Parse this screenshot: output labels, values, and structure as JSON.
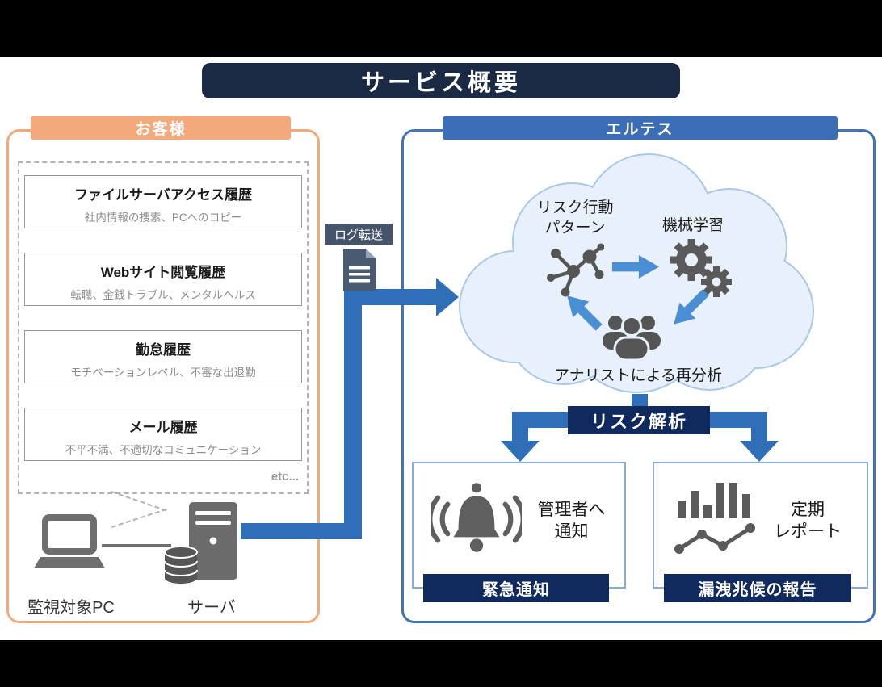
{
  "page": {
    "title": "サービス概要"
  },
  "customer": {
    "header": "お客様",
    "histories": [
      {
        "title": "ファイルサーバアクセス履歴",
        "subtitle": "社内情報の捜索、PCへのコピー"
      },
      {
        "title": "Webサイト閲覧履歴",
        "subtitle": "転職、金銭トラブル、メンタルヘルス"
      },
      {
        "title": "勤怠履歴",
        "subtitle": "モチベーションレベル、不審な出退勤"
      },
      {
        "title": "メール履歴",
        "subtitle": "不平不満、不適切なコミュニケーション"
      }
    ],
    "etc": "etc...",
    "pc_label": "監視対象PC",
    "server_label": "サーバ"
  },
  "transfer": {
    "label": "ログ転送"
  },
  "eltes": {
    "header": "エルテス",
    "cloud": {
      "risk_pattern": "リスク行動\nパターン",
      "machine_learning": "機械学習",
      "analyst": "アナリストによる再分析"
    },
    "risk_analysis": "リスク解析",
    "notify": {
      "text": "管理者へ\n通知",
      "label": "緊急通知"
    },
    "report": {
      "text": "定期\nレポート",
      "label": "漏洩兆候の報告"
    }
  },
  "colors": {
    "title_navy": "#1b2a44",
    "label_navy": "#102a5e",
    "customer_orange": "#f4a97c",
    "eltes_blue": "#3c6db8",
    "connector_blue": "#2e6fb7",
    "cycle_arrow_blue": "#4a8fd3",
    "cloud_fill": "#e8f1fb",
    "cloud_border": "#a9c8ea",
    "icon_gray": "#5f5f5f",
    "log_slate": "#44546a"
  },
  "icons": {
    "laptop-icon": "monitored pc laptop",
    "server-icon": "server tower",
    "database-icon": "log database cylinder",
    "document-icon": "log file",
    "network-icon": "risk behavior pattern graph",
    "gears-icon": "machine learning gears",
    "analysts-icon": "analyst people group",
    "bell-icon": "alert bell",
    "chart-icon": "report bar and line chart",
    "block-arrow-icon": "blue block arrow"
  }
}
